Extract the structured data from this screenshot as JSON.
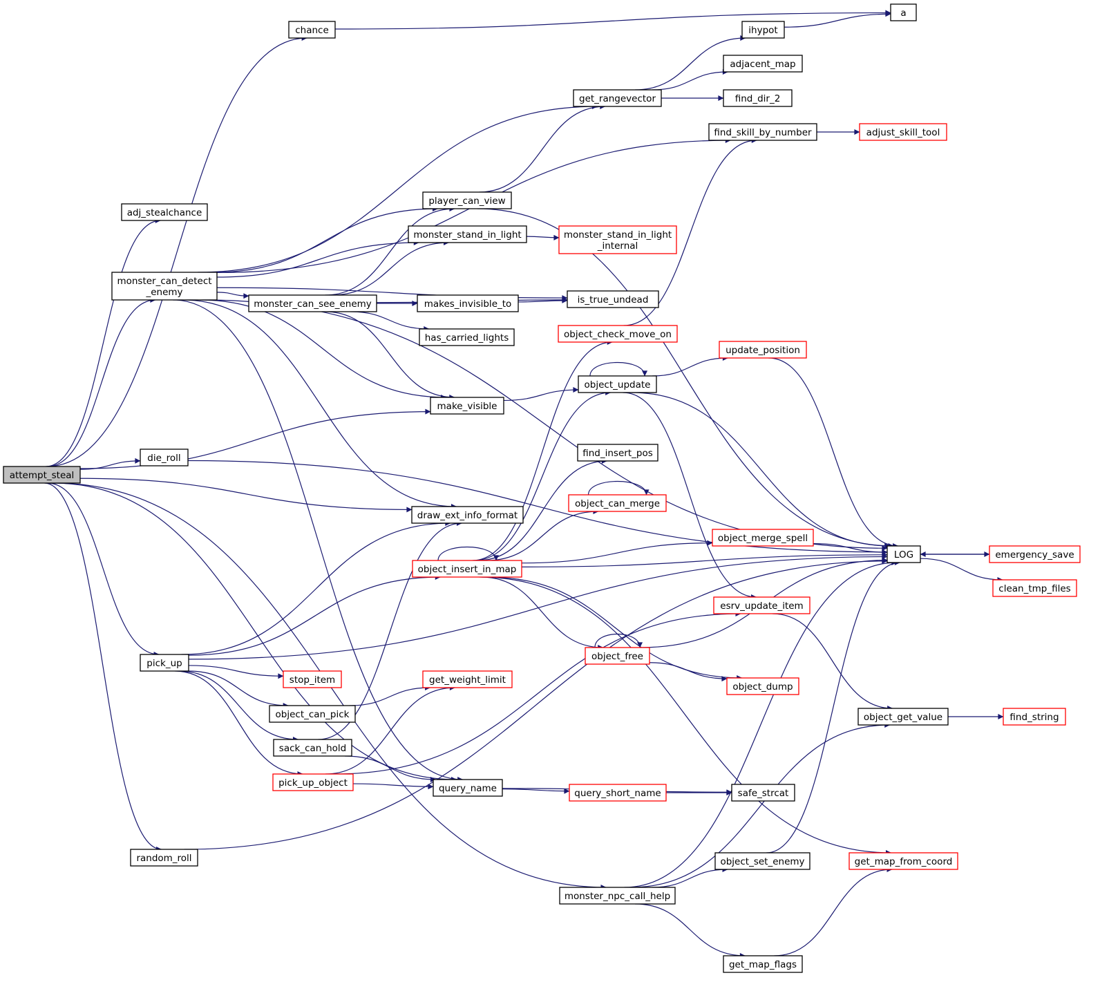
{
  "colors": {
    "edge": "#191970",
    "box_default": "#000000",
    "box_incomplete": "#ff0000",
    "box_root_fill": "#bfbfbf"
  },
  "nodes": [
    {
      "id": "attempt_steal",
      "lines": [
        "attempt_steal"
      ],
      "kind": "root"
    },
    {
      "id": "adj_stealchance",
      "lines": [
        "adj_stealchance"
      ],
      "kind": "normal"
    },
    {
      "id": "chance",
      "lines": [
        "chance"
      ],
      "kind": "normal"
    },
    {
      "id": "a",
      "lines": [
        "a"
      ],
      "kind": "normal"
    },
    {
      "id": "monster_can_detect_enemy",
      "lines": [
        "monster_can_detect",
        "_enemy"
      ],
      "kind": "normal"
    },
    {
      "id": "get_rangevector",
      "lines": [
        "get_rangevector"
      ],
      "kind": "normal"
    },
    {
      "id": "ihypot",
      "lines": [
        "ihypot"
      ],
      "kind": "normal"
    },
    {
      "id": "adjacent_map",
      "lines": [
        "adjacent_map"
      ],
      "kind": "normal"
    },
    {
      "id": "find_dir_2",
      "lines": [
        "find_dir_2"
      ],
      "kind": "normal"
    },
    {
      "id": "find_skill_by_number",
      "lines": [
        "find_skill_by_number"
      ],
      "kind": "normal"
    },
    {
      "id": "adjust_skill_tool",
      "lines": [
        "adjust_skill_tool"
      ],
      "kind": "incomplete"
    },
    {
      "id": "player_can_view",
      "lines": [
        "player_can_view"
      ],
      "kind": "normal"
    },
    {
      "id": "monster_stand_in_light",
      "lines": [
        "monster_stand_in_light"
      ],
      "kind": "normal"
    },
    {
      "id": "monster_stand_in_light_internal",
      "lines": [
        "monster_stand_in_light",
        "_internal"
      ],
      "kind": "incomplete"
    },
    {
      "id": "monster_can_see_enemy",
      "lines": [
        "monster_can_see_enemy"
      ],
      "kind": "normal"
    },
    {
      "id": "makes_invisible_to",
      "lines": [
        "makes_invisible_to"
      ],
      "kind": "normal"
    },
    {
      "id": "is_true_undead",
      "lines": [
        "is_true_undead"
      ],
      "kind": "normal"
    },
    {
      "id": "has_carried_lights",
      "lines": [
        "has_carried_lights"
      ],
      "kind": "normal"
    },
    {
      "id": "object_check_move_on",
      "lines": [
        "object_check_move_on"
      ],
      "kind": "incomplete"
    },
    {
      "id": "update_position",
      "lines": [
        "update_position"
      ],
      "kind": "incomplete"
    },
    {
      "id": "object_update",
      "lines": [
        "object_update"
      ],
      "kind": "normal"
    },
    {
      "id": "make_visible",
      "lines": [
        "make_visible"
      ],
      "kind": "normal"
    },
    {
      "id": "die_roll",
      "lines": [
        "die_roll"
      ],
      "kind": "normal"
    },
    {
      "id": "find_insert_pos",
      "lines": [
        "find_insert_pos"
      ],
      "kind": "normal"
    },
    {
      "id": "object_can_merge",
      "lines": [
        "object_can_merge"
      ],
      "kind": "incomplete"
    },
    {
      "id": "draw_ext_info_format",
      "lines": [
        "draw_ext_info_format"
      ],
      "kind": "normal"
    },
    {
      "id": "object_merge_spell",
      "lines": [
        "object_merge_spell"
      ],
      "kind": "incomplete"
    },
    {
      "id": "LOG",
      "lines": [
        "LOG"
      ],
      "kind": "normal"
    },
    {
      "id": "emergency_save",
      "lines": [
        "emergency_save"
      ],
      "kind": "incomplete"
    },
    {
      "id": "object_insert_in_map",
      "lines": [
        "object_insert_in_map"
      ],
      "kind": "incomplete"
    },
    {
      "id": "clean_tmp_files",
      "lines": [
        "clean_tmp_files"
      ],
      "kind": "incomplete"
    },
    {
      "id": "esrv_update_item",
      "lines": [
        "esrv_update_item"
      ],
      "kind": "incomplete"
    },
    {
      "id": "object_free",
      "lines": [
        "object_free"
      ],
      "kind": "incomplete"
    },
    {
      "id": "pick_up",
      "lines": [
        "pick_up"
      ],
      "kind": "normal"
    },
    {
      "id": "stop_item",
      "lines": [
        "stop_item"
      ],
      "kind": "incomplete"
    },
    {
      "id": "get_weight_limit",
      "lines": [
        "get_weight_limit"
      ],
      "kind": "incomplete"
    },
    {
      "id": "object_dump",
      "lines": [
        "object_dump"
      ],
      "kind": "incomplete"
    },
    {
      "id": "object_can_pick",
      "lines": [
        "object_can_pick"
      ],
      "kind": "normal"
    },
    {
      "id": "object_get_value",
      "lines": [
        "object_get_value"
      ],
      "kind": "normal"
    },
    {
      "id": "find_string",
      "lines": [
        "find_string"
      ],
      "kind": "incomplete"
    },
    {
      "id": "sack_can_hold",
      "lines": [
        "sack_can_hold"
      ],
      "kind": "normal"
    },
    {
      "id": "pick_up_object",
      "lines": [
        "pick_up_object"
      ],
      "kind": "incomplete"
    },
    {
      "id": "query_name",
      "lines": [
        "query_name"
      ],
      "kind": "normal"
    },
    {
      "id": "query_short_name",
      "lines": [
        "query_short_name"
      ],
      "kind": "incomplete"
    },
    {
      "id": "safe_strcat",
      "lines": [
        "safe_strcat"
      ],
      "kind": "normal"
    },
    {
      "id": "random_roll",
      "lines": [
        "random_roll"
      ],
      "kind": "normal"
    },
    {
      "id": "object_set_enemy",
      "lines": [
        "object_set_enemy"
      ],
      "kind": "normal"
    },
    {
      "id": "get_map_from_coord",
      "lines": [
        "get_map_from_coord"
      ],
      "kind": "incomplete"
    },
    {
      "id": "monster_npc_call_help",
      "lines": [
        "monster_npc_call_help"
      ],
      "kind": "normal"
    },
    {
      "id": "get_map_flags",
      "lines": [
        "get_map_flags"
      ],
      "kind": "normal"
    }
  ],
  "edges": [
    [
      "attempt_steal",
      "adj_stealchance"
    ],
    [
      "attempt_steal",
      "chance"
    ],
    [
      "attempt_steal",
      "monster_can_detect_enemy"
    ],
    [
      "attempt_steal",
      "make_visible"
    ],
    [
      "attempt_steal",
      "die_roll"
    ],
    [
      "attempt_steal",
      "draw_ext_info_format"
    ],
    [
      "attempt_steal",
      "pick_up"
    ],
    [
      "attempt_steal",
      "query_name"
    ],
    [
      "attempt_steal",
      "random_roll"
    ],
    [
      "attempt_steal",
      "monster_npc_call_help"
    ],
    [
      "chance",
      "a"
    ],
    [
      "ihypot",
      "a"
    ],
    [
      "get_rangevector",
      "ihypot"
    ],
    [
      "get_rangevector",
      "adjacent_map"
    ],
    [
      "get_rangevector",
      "find_dir_2"
    ],
    [
      "find_skill_by_number",
      "adjust_skill_tool"
    ],
    [
      "monster_can_detect_enemy",
      "get_rangevector"
    ],
    [
      "monster_can_detect_enemy",
      "find_skill_by_number"
    ],
    [
      "monster_can_detect_enemy",
      "LOG"
    ],
    [
      "monster_can_detect_enemy",
      "player_can_view"
    ],
    [
      "monster_can_detect_enemy",
      "monster_stand_in_light"
    ],
    [
      "monster_can_detect_enemy",
      "is_true_undead"
    ],
    [
      "monster_can_detect_enemy",
      "monster_can_see_enemy"
    ],
    [
      "monster_can_detect_enemy",
      "make_visible"
    ],
    [
      "monster_can_detect_enemy",
      "draw_ext_info_format"
    ],
    [
      "monster_can_detect_enemy",
      "query_name"
    ],
    [
      "player_can_view",
      "get_rangevector"
    ],
    [
      "player_can_view",
      "LOG"
    ],
    [
      "monster_stand_in_light",
      "monster_stand_in_light_internal"
    ],
    [
      "monster_can_see_enemy",
      "player_can_view"
    ],
    [
      "monster_can_see_enemy",
      "monster_stand_in_light"
    ],
    [
      "monster_can_see_enemy",
      "makes_invisible_to"
    ],
    [
      "monster_can_see_enemy",
      "has_carried_lights"
    ],
    [
      "monster_can_see_enemy",
      "is_true_undead"
    ],
    [
      "monster_can_see_enemy",
      "make_visible"
    ],
    [
      "makes_invisible_to",
      "is_true_undead"
    ],
    [
      "object_check_move_on",
      "find_skill_by_number"
    ],
    [
      "make_visible",
      "object_update"
    ],
    [
      "object_update",
      "object_update"
    ],
    [
      "object_update",
      "update_position"
    ],
    [
      "object_update",
      "LOG"
    ],
    [
      "object_update",
      "esrv_update_item"
    ],
    [
      "update_position",
      "LOG"
    ],
    [
      "die_roll",
      "LOG"
    ],
    [
      "object_can_merge",
      "object_can_merge"
    ],
    [
      "object_insert_in_map",
      "object_insert_in_map"
    ],
    [
      "object_insert_in_map",
      "object_check_move_on"
    ],
    [
      "object_insert_in_map",
      "object_update"
    ],
    [
      "object_insert_in_map",
      "find_insert_pos"
    ],
    [
      "object_insert_in_map",
      "object_can_merge"
    ],
    [
      "object_insert_in_map",
      "object_merge_spell"
    ],
    [
      "object_insert_in_map",
      "LOG"
    ],
    [
      "object_insert_in_map",
      "object_free"
    ],
    [
      "object_insert_in_map",
      "object_dump"
    ],
    [
      "object_insert_in_map",
      "get_map_from_coord"
    ],
    [
      "object_merge_spell",
      "LOG"
    ],
    [
      "emergency_save",
      "LOG"
    ],
    [
      "LOG",
      "emergency_save"
    ],
    [
      "LOG",
      "clean_tmp_files"
    ],
    [
      "object_free",
      "object_free"
    ],
    [
      "object_free",
      "LOG"
    ],
    [
      "object_free",
      "object_dump"
    ],
    [
      "esrv_update_item",
      "object_get_value"
    ],
    [
      "object_get_value",
      "find_string"
    ],
    [
      "pick_up",
      "draw_ext_info_format"
    ],
    [
      "pick_up",
      "object_insert_in_map"
    ],
    [
      "pick_up",
      "LOG"
    ],
    [
      "pick_up",
      "stop_item"
    ],
    [
      "pick_up",
      "object_can_pick"
    ],
    [
      "pick_up",
      "sack_can_hold"
    ],
    [
      "pick_up",
      "pick_up_object"
    ],
    [
      "object_can_pick",
      "get_weight_limit"
    ],
    [
      "sack_can_hold",
      "draw_ext_info_format"
    ],
    [
      "sack_can_hold",
      "query_name"
    ],
    [
      "pick_up_object",
      "get_weight_limit"
    ],
    [
      "pick_up_object",
      "esrv_update_item"
    ],
    [
      "pick_up_object",
      "query_name"
    ],
    [
      "query_name",
      "query_short_name"
    ],
    [
      "query_name",
      "safe_strcat"
    ],
    [
      "query_short_name",
      "safe_strcat"
    ],
    [
      "random_roll",
      "LOG"
    ],
    [
      "monster_npc_call_help",
      "object_set_enemy"
    ],
    [
      "monster_npc_call_help",
      "LOG"
    ],
    [
      "monster_npc_call_help",
      "get_map_flags"
    ],
    [
      "monster_npc_call_help",
      "object_get_value"
    ],
    [
      "object_set_enemy",
      "LOG"
    ],
    [
      "get_map_flags",
      "get_map_from_coord"
    ]
  ]
}
